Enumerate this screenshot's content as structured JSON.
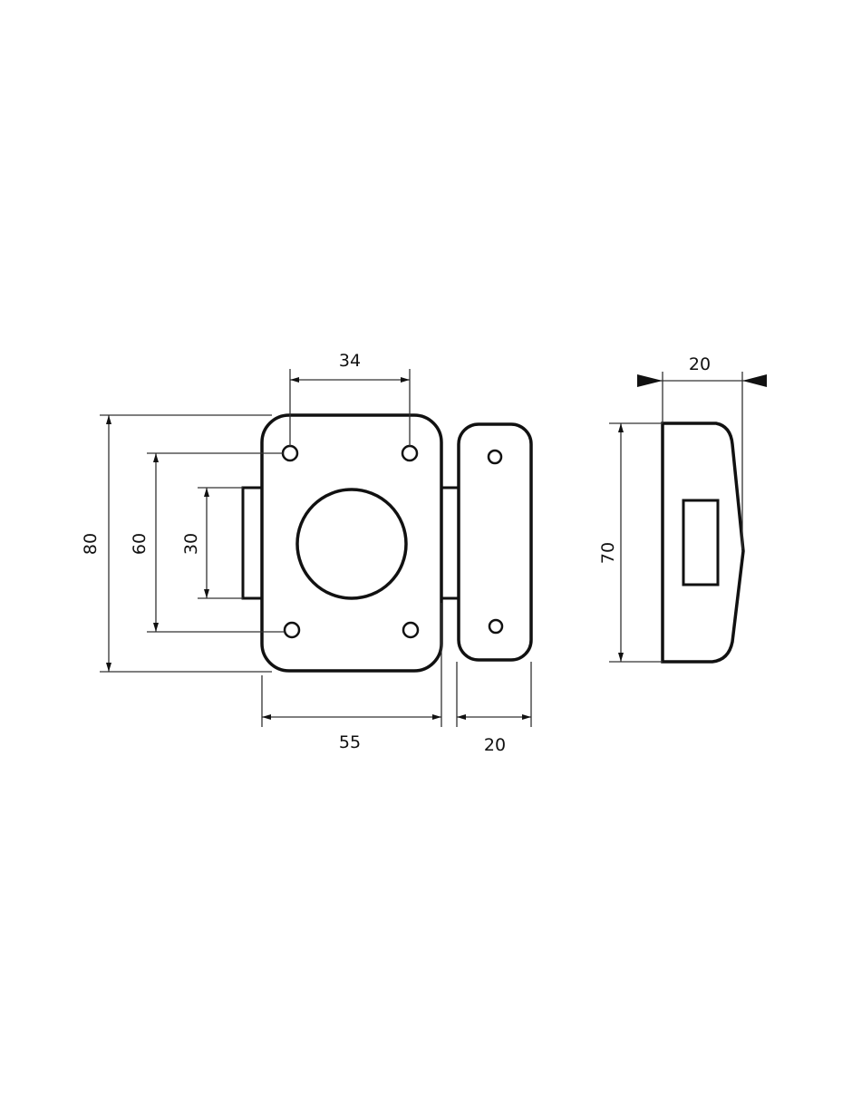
{
  "drawing": {
    "title": "Rim lock technical drawing",
    "stroke_color": "#111111",
    "dim_color": "#333333",
    "background": "#ffffff",
    "front_view": {
      "dim_hole_spacing": "34",
      "dim_overall_height": "80",
      "dim_hole_vertical": "60",
      "dim_bolt_height": "30",
      "dim_body_width": "55"
    },
    "keeper_view": {
      "dim_width": "20"
    },
    "side_view": {
      "dim_depth": "20",
      "dim_height": "70"
    }
  }
}
